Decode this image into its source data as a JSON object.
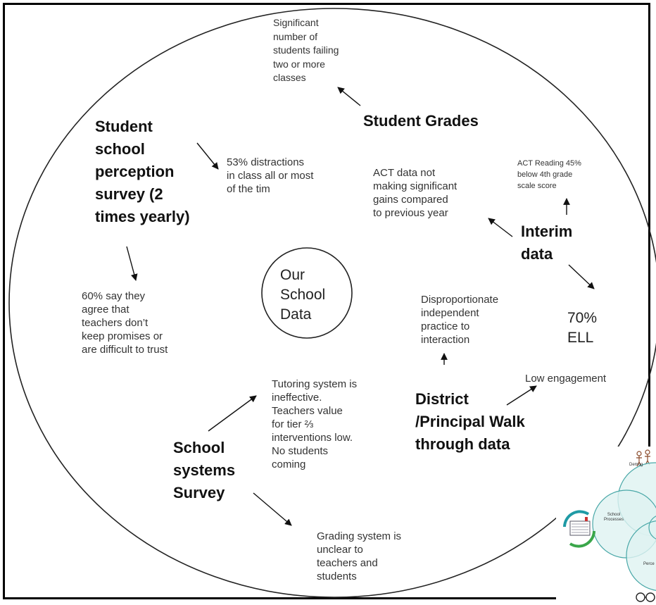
{
  "title": "",
  "center": "Our\nSchool\nData",
  "nodes": {
    "student_grades": "Student Grades",
    "grades_finding": "Significant\nnumber of\nstudents failing\ntwo or more\nclasses",
    "perception_survey": "Student\nschool\nperception\nsurvey  (2\ntimes yearly)",
    "distractions_finding": "53% distractions\nin class all or most\nof the tim",
    "trust_finding": "60% say they\nagree that\nteachers don’t\nkeep promises or\nare difficult to trust",
    "interim_data": "Interim\ndata",
    "act_reading_finding": "ACT Reading 45%\nbelow 4th grade\nscale score",
    "act_gains_finding": "ACT data not\nmaking significant\ngains  compared\nto previous year",
    "ell_finding": "70%\nELL",
    "walkthrough": "District\n/Principal Walk\nthrough data",
    "practice_finding": "Disproportionate\nindependent\npractice to\ninteraction",
    "engagement_finding": "Low engagement",
    "systems_survey": "School\nsystems\nSurvey",
    "tutoring_finding": "Tutoring system is\nineffective.\nTeachers value\nfor tier ⅔\ninterventions low.\nNo students\ncoming",
    "grading_finding": "Grading system is\nunclear to\nteachers and\nstudents"
  },
  "inset": {
    "labels": [
      "Demog",
      "School\nProcesses",
      "Perce"
    ],
    "icons": [
      "people-icon",
      "school-building-icon",
      "cycle-arrows-icon",
      "glasses-icon"
    ]
  },
  "colors": {
    "ink": "#111111",
    "inset_teal": "#1f9aa5",
    "inset_green": "#3aa64a"
  }
}
